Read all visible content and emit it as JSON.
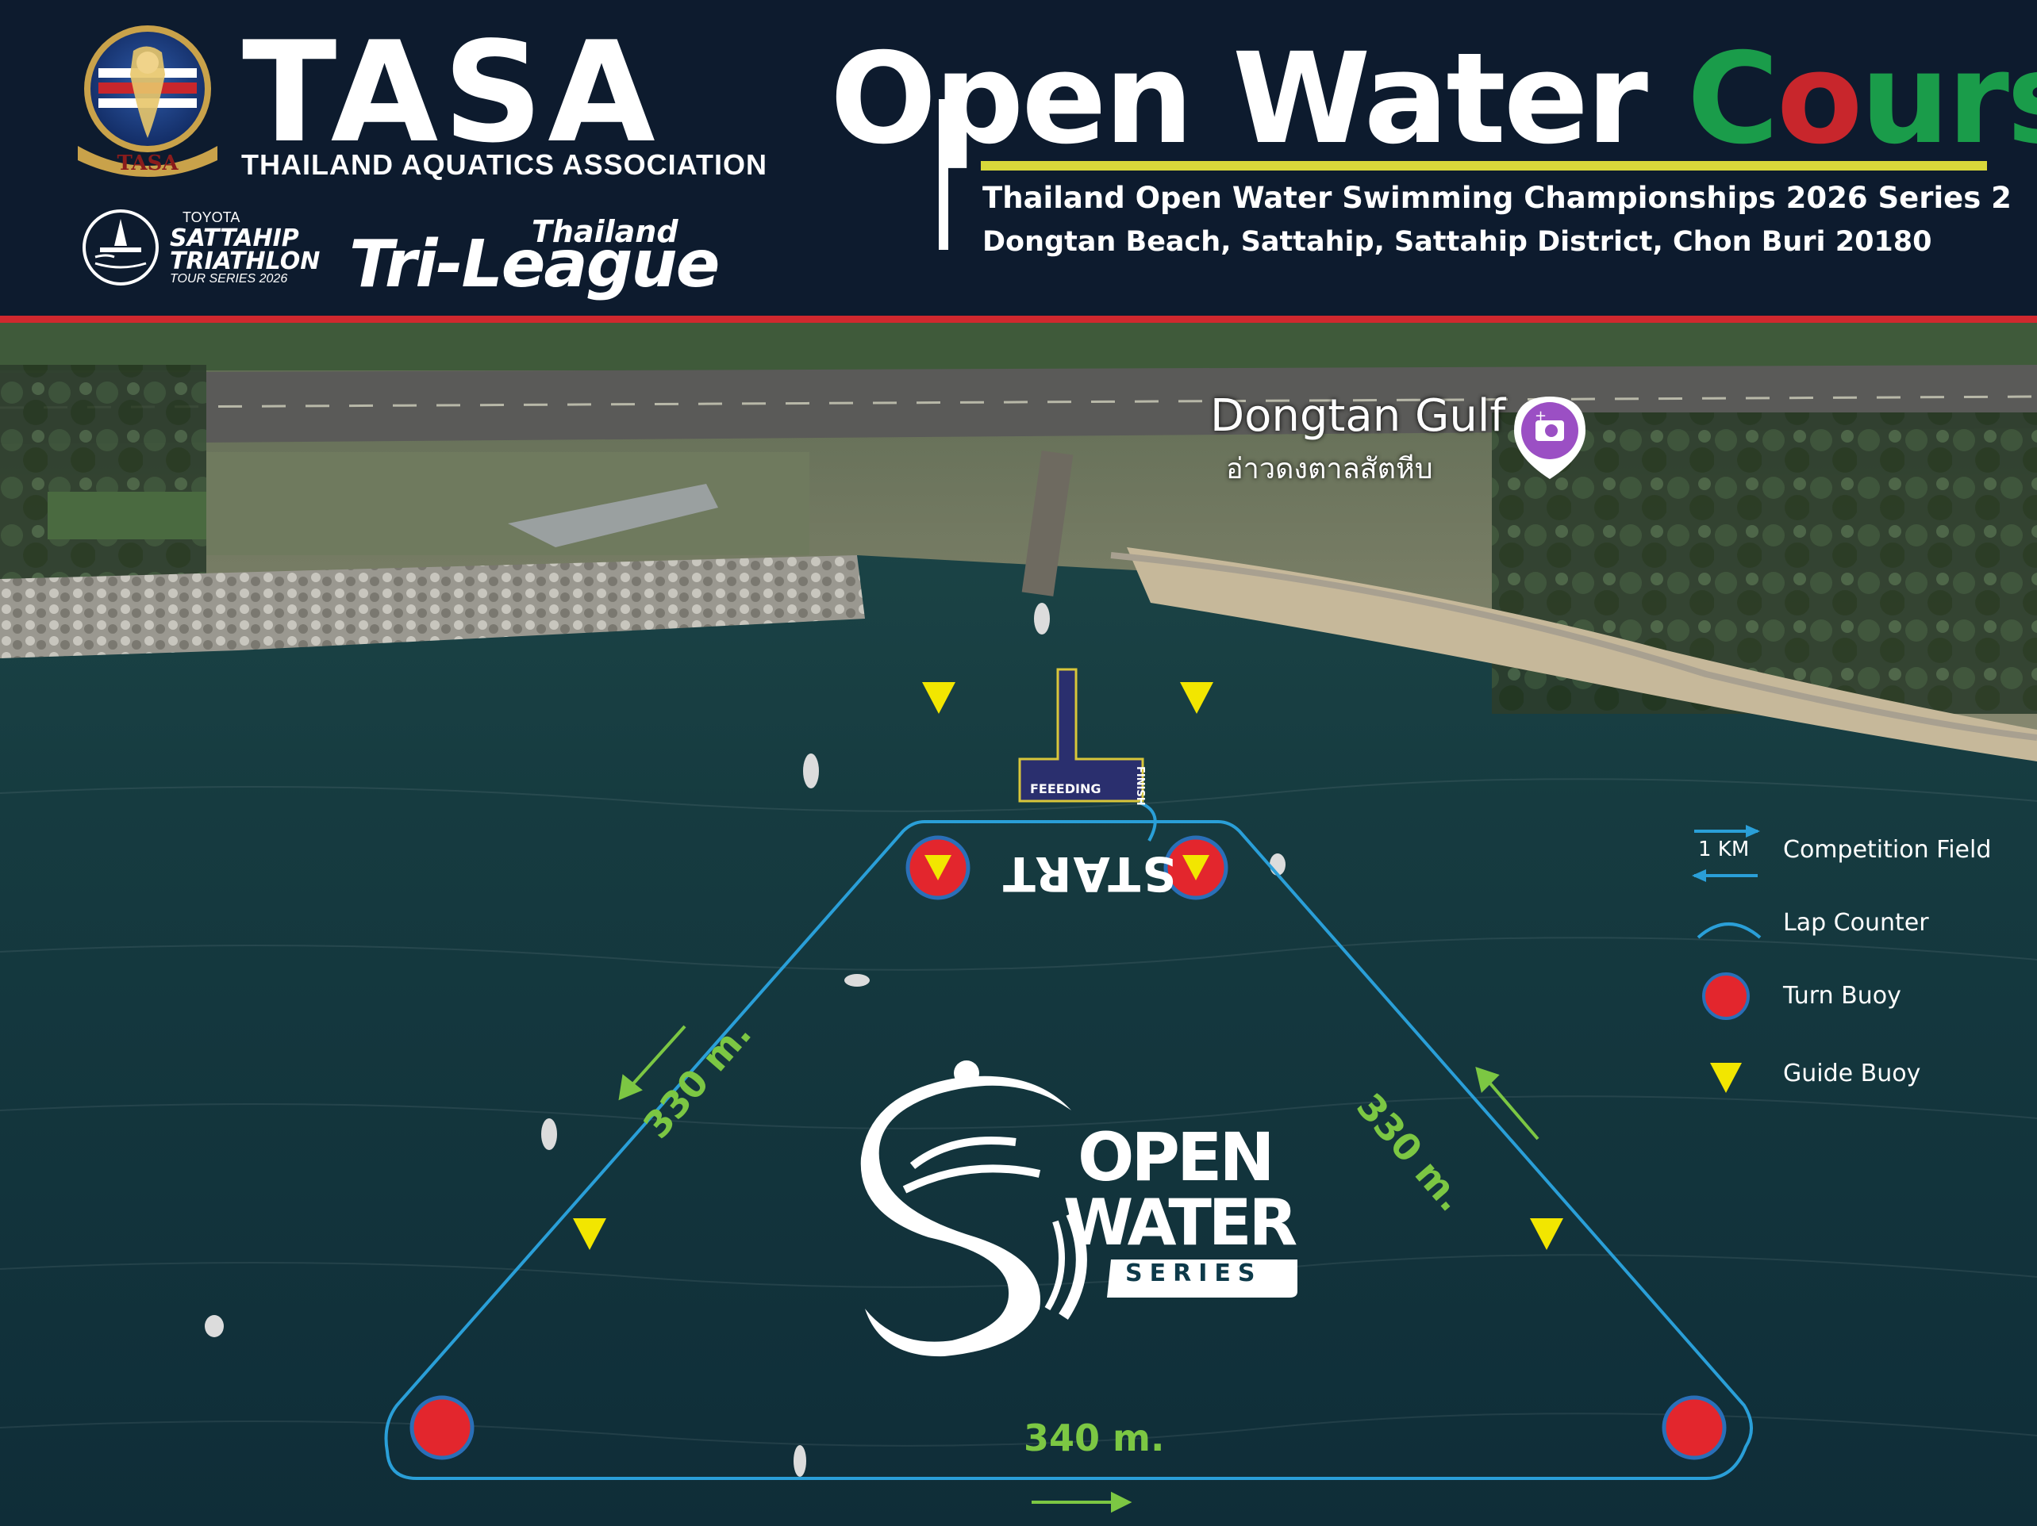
{
  "header": {
    "org_name": "TASA",
    "org_subtitle": "THAILAND AQUATICS ASSOCIATION",
    "seal_text": "TASA",
    "sponsor_small": "TOYOTA",
    "sponsor_line1": "SATTAHIP",
    "sponsor_line2": "TRIATHLON",
    "sponsor_line3": "TOUR SERIES 2026",
    "league_top": "Thailand",
    "league_main": "Tri-League",
    "title_part1": "Open Water ",
    "title_part2_c": "C",
    "title_part2_o": "o",
    "title_part2_rest": "urse",
    "subtitle1": "Thailand Open Water Swimming Championships 2026 Series 2",
    "subtitle2": "Dongtan Beach, Sattahip, Sattahip District, Chon Buri 20180",
    "colors": {
      "background": "#0d1b2e",
      "accent_red": "#d0282e",
      "rule_yellow": "#d8d83a",
      "course_green": "#1a9c4a"
    }
  },
  "map": {
    "place_name_en": "Dongtan Gulf",
    "place_name_th": "อ่าวดงตาลสัตหีบ",
    "place_icon": "camera-pin-icon",
    "start_label": "START",
    "feeding_label": "FEEEDING",
    "finish_label": "FINISH",
    "distances": {
      "left_leg": "330 m.",
      "right_leg": "330 m.",
      "bottom_leg": "340 m."
    },
    "event_logo": {
      "line1": "OPEN",
      "line2": "WATER",
      "line3": "SERIES"
    },
    "colors": {
      "course_line": "#2a9fd8",
      "turn_buoy": "#e3262d",
      "guide_buoy": "#f2e600",
      "distance_text": "#7cc743"
    }
  },
  "legend": {
    "items": [
      {
        "icon": "double-arrow-icon",
        "icon_text": "1 KM",
        "label": "Competition Field"
      },
      {
        "icon": "arc-icon",
        "label": "Lap Counter"
      },
      {
        "icon": "red-circle-icon",
        "label": "Turn Buoy"
      },
      {
        "icon": "yellow-triangle-icon",
        "label": "Guide Buoy"
      }
    ]
  }
}
